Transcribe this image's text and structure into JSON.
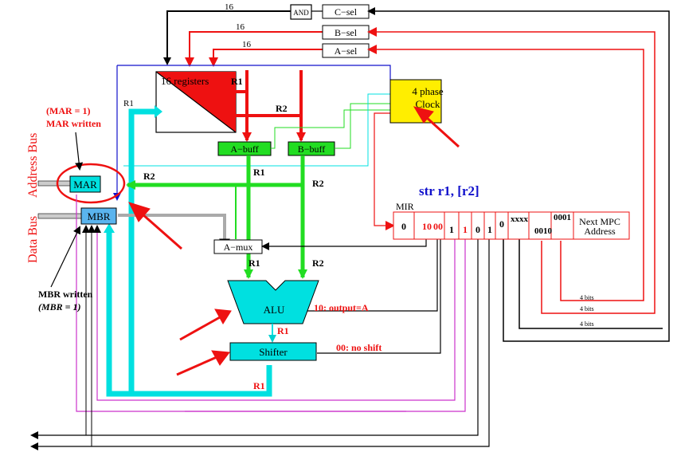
{
  "title": "str r1, [r2]",
  "registers": "16 registers",
  "clock": {
    "line1": "4 phase",
    "line2": "Clock"
  },
  "sel": {
    "c": "C−sel",
    "b": "B−sel",
    "a": "A−sel",
    "and": "AND"
  },
  "bus_widths": {
    "c": "16",
    "b": "16",
    "a": "16"
  },
  "buffers": {
    "a": "A−buff",
    "b": "B−buff"
  },
  "mar": "MAR",
  "mbr": "MBR",
  "amux": "A−mux",
  "alu": "ALU",
  "shifter": "Shifter",
  "mir": {
    "label": "MIR",
    "fields": [
      "0",
      "10",
      "00",
      "1",
      "1",
      "0",
      "1",
      "0",
      "xxxx",
      "0010",
      "0001"
    ],
    "next_line1": "Next MPC",
    "next_line2": "Address",
    "bits": [
      "4 bits",
      "4 bits",
      "4 bits"
    ]
  },
  "signals": {
    "r1": "R1",
    "r2": "R2",
    "alu_ctl": "10: output=A",
    "shift_ctl": "00: no shift"
  },
  "annotations": {
    "mar_written_1": "(MAR = 1)",
    "mar_written_2": "MAR written",
    "mbr_written_1": "MBR written",
    "mbr_written_2": "(MBR = 1)",
    "address_bus": "Address Bus",
    "data_bus": "Data Bus"
  },
  "colors": {
    "red": "#ee1111",
    "green": "#22dd22",
    "cyan": "#00e0e0",
    "blue": "#1111cc",
    "yellow": "#ffee00",
    "magenta": "#cc33cc"
  }
}
